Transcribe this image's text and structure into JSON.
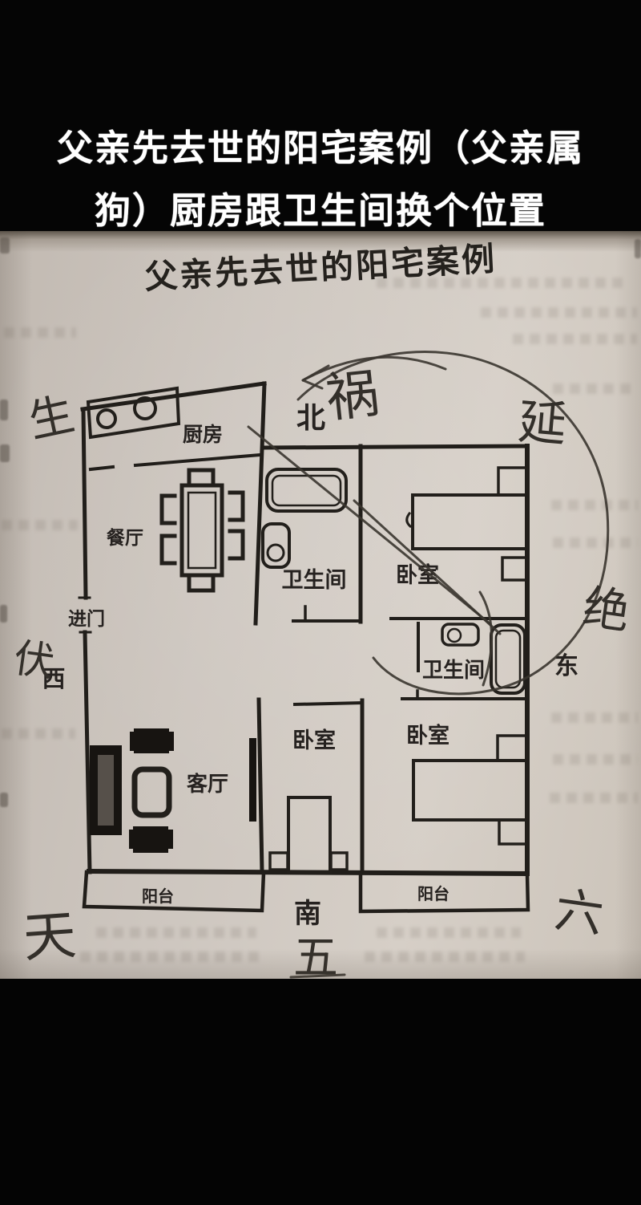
{
  "overlay": {
    "title_line1": "父亲先去世的阳宅案例（父亲属",
    "title_line2": "狗）厨房跟卫生间换个位置"
  },
  "page": {
    "title": "父亲先去世的阳宅案例"
  },
  "plan": {
    "rooms": {
      "kitchen": "厨房",
      "dining": "餐厅",
      "bathroom_top": "卫生间",
      "bedroom_top_right": "卧室",
      "bathroom_middle": "卫生间",
      "bedroom_bottom_middle": "卧室",
      "bedroom_bottom_right": "卧室",
      "living": "客厅",
      "balcony_left": "阳台",
      "balcony_right": "阳台"
    },
    "entrance": "进门",
    "directions": {
      "north": "北",
      "south": "南",
      "east": "东",
      "west": "西"
    }
  },
  "handwriting": {
    "top_left": "生",
    "over_north": "祸",
    "top_right": "延",
    "right": "绝",
    "west_side": "伏",
    "bottom_left": "天",
    "bottom_center": "五",
    "bottom_right": "六"
  },
  "colors": {
    "letterbox": "#050505",
    "overlay_text": "#ffffff",
    "paper": "#cdc6bf",
    "ink": "#211e1a",
    "pen": "#3a352f"
  }
}
